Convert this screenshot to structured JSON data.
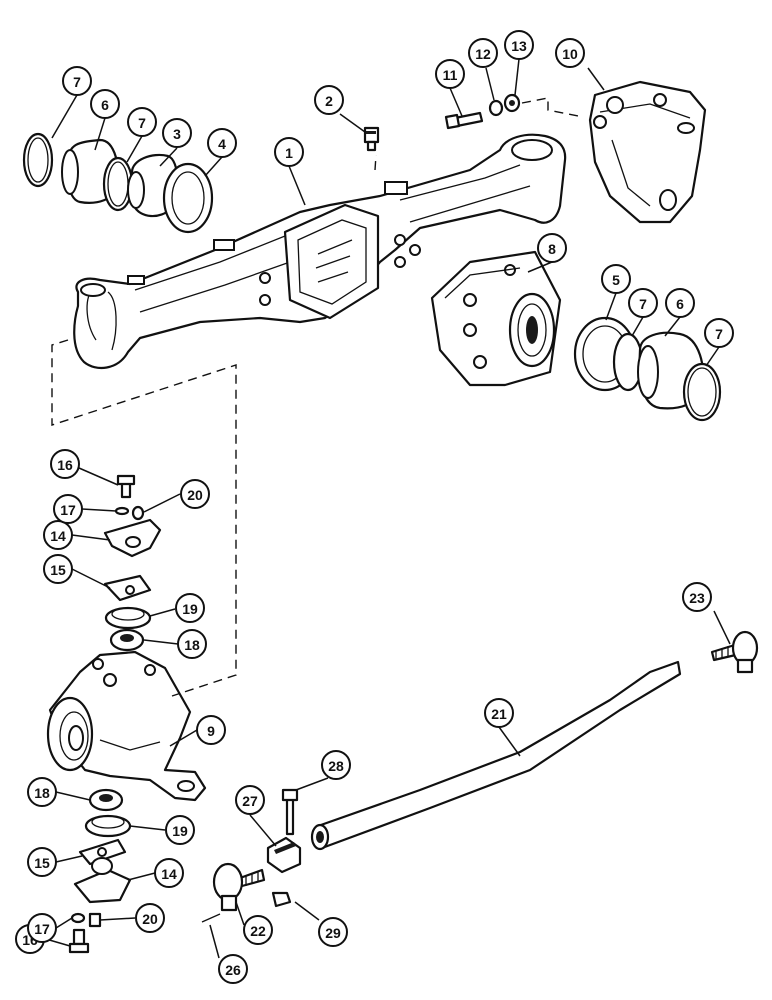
{
  "callouts": [
    {
      "id": "c1",
      "label": "1"
    },
    {
      "id": "c2",
      "label": "2"
    },
    {
      "id": "c3",
      "label": "3"
    },
    {
      "id": "c4",
      "label": "4"
    },
    {
      "id": "c5",
      "label": "5"
    },
    {
      "id": "c6a",
      "label": "6"
    },
    {
      "id": "c6b",
      "label": "6"
    },
    {
      "id": "c7a",
      "label": "7"
    },
    {
      "id": "c7b",
      "label": "7"
    },
    {
      "id": "c7c",
      "label": "7"
    },
    {
      "id": "c7d",
      "label": "7"
    },
    {
      "id": "c8",
      "label": "8"
    },
    {
      "id": "c9",
      "label": "9"
    },
    {
      "id": "c10",
      "label": "10"
    },
    {
      "id": "c11",
      "label": "11"
    },
    {
      "id": "c12",
      "label": "12"
    },
    {
      "id": "c13",
      "label": "13"
    },
    {
      "id": "c14a",
      "label": "14"
    },
    {
      "id": "c14b",
      "label": "14"
    },
    {
      "id": "c15a",
      "label": "15"
    },
    {
      "id": "c15b",
      "label": "15"
    },
    {
      "id": "c16a",
      "label": "16"
    },
    {
      "id": "c16b",
      "label": "16"
    },
    {
      "id": "c17a",
      "label": "17"
    },
    {
      "id": "c17b",
      "label": "17"
    },
    {
      "id": "c18a",
      "label": "18"
    },
    {
      "id": "c18b",
      "label": "18"
    },
    {
      "id": "c19a",
      "label": "19"
    },
    {
      "id": "c19b",
      "label": "19"
    },
    {
      "id": "c20a",
      "label": "20"
    },
    {
      "id": "c20b",
      "label": "20"
    },
    {
      "id": "c21",
      "label": "21"
    },
    {
      "id": "c22",
      "label": "22"
    },
    {
      "id": "c23",
      "label": "23"
    },
    {
      "id": "c26",
      "label": "26"
    },
    {
      "id": "c27",
      "label": "27"
    },
    {
      "id": "c28",
      "label": "28"
    },
    {
      "id": "c29",
      "label": "29"
    }
  ]
}
